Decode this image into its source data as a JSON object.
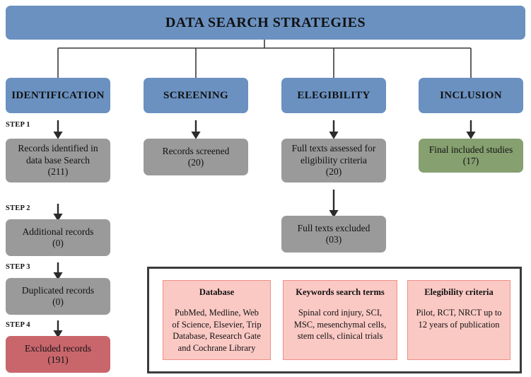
{
  "header": {
    "title": "DATA SEARCH STRATEGIES"
  },
  "colors": {
    "blue": "#6a91c0",
    "gray": "#9a9a9a",
    "red": "#c9666c",
    "green": "#86a070",
    "pink_fill": "#fbc9c4",
    "pink_border": "#ef8f88",
    "frame": "#3b3b3b",
    "connector": "#3a3a3a"
  },
  "stages": [
    {
      "label": "IDENTIFICATION"
    },
    {
      "label": "SCREENING"
    },
    {
      "label": "ELEGIBILITY"
    },
    {
      "label": "INCLUSION"
    }
  ],
  "steps": [
    {
      "label": "STEP 1"
    },
    {
      "label": "STEP 2"
    },
    {
      "label": "STEP 3"
    },
    {
      "label": "STEP 4"
    }
  ],
  "identification_boxes": [
    {
      "line1": "Records identified  in",
      "line2": "data base Search",
      "count": "(211)"
    },
    {
      "line1": "Additional  records",
      "line2": "",
      "count": "(0)"
    },
    {
      "line1": "Duplicated  records",
      "line2": "",
      "count": "(0)"
    },
    {
      "line1": "Excluded  records",
      "line2": "",
      "count": "(191)"
    }
  ],
  "screening_boxes": [
    {
      "line1": "Records  screened",
      "line2": "",
      "count": "(20)"
    }
  ],
  "eligibility_boxes": [
    {
      "line1": "Full texts assessed  for",
      "line2": "eligibility  criteria",
      "count": "(20)"
    },
    {
      "line1": "Full texts excluded",
      "line2": "",
      "count": "(03)"
    }
  ],
  "inclusion_boxes": [
    {
      "line1": "Final included  studies",
      "line2": "",
      "count": "(17)"
    }
  ],
  "info_panels": [
    {
      "title": "Database",
      "lines": [
        "PubMed, Medline, Web",
        "of Science, Elsevier, Trip",
        "Database, Research Gate",
        "and Cochrane Library"
      ]
    },
    {
      "title": "Keywords search terms",
      "lines": [
        "Spinal cord injury, SCI,",
        "MSC, mesenchymal cells,",
        "stem cells, clinical trials"
      ]
    },
    {
      "title": "Elegibility criteria",
      "lines": [
        "Pilot, RCT, NRCT up to",
        "12 years of publication"
      ]
    }
  ]
}
